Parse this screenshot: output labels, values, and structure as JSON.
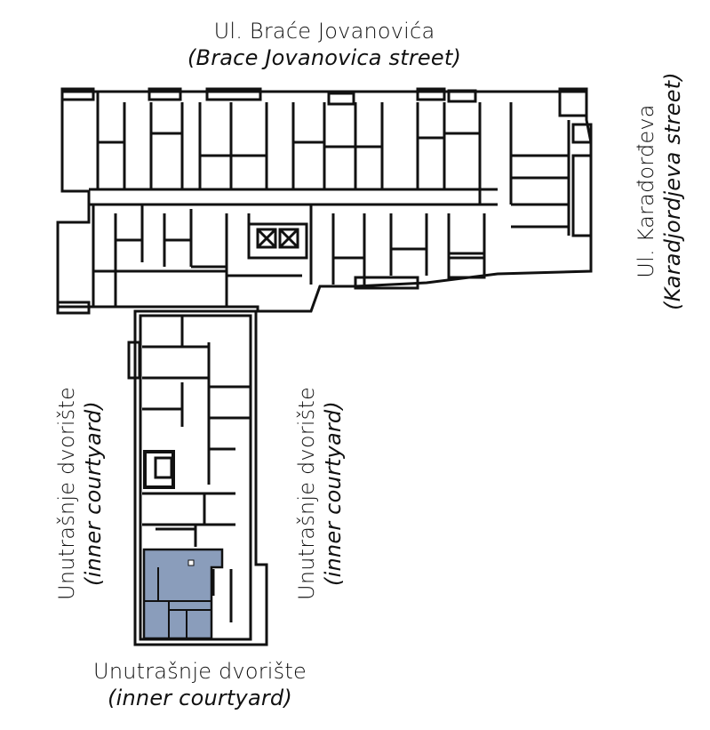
{
  "labels": {
    "top_street": {
      "local": "Ul. Braće Jovanovića",
      "english": "(Brace Jovanovica street)"
    },
    "right_street": {
      "local": "Ul. Karađorđeva",
      "english": "(Karadjordjeva street)"
    },
    "left_courtyard": {
      "local": "Unutrašnje dvorište",
      "english": "(inner courtyard)"
    },
    "middle_courtyard": {
      "local": "Unutrašnje dvorište",
      "english": "(inner courtyard)"
    },
    "bottom_courtyard": {
      "local": "Unutrašnje dvorište",
      "english": "(inner courtyard)"
    }
  },
  "colors": {
    "walls": "#111111",
    "highlight_unit": "#8a9dbb",
    "background": "#ffffff"
  }
}
